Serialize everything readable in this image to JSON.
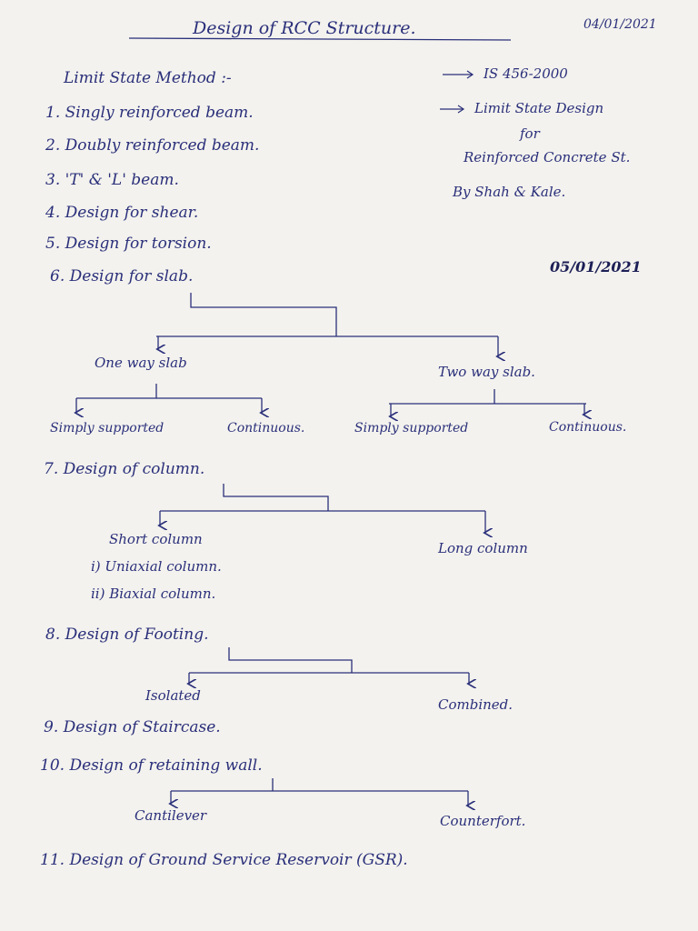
{
  "header": {
    "title": "Design of RCC Structure.",
    "date": "04/01/2021"
  },
  "method": {
    "heading": "Limit State Method :-"
  },
  "reference": {
    "code": "IS 456-2000",
    "book_line1": "Limit State Design",
    "book_line2": "for",
    "book_line3": "Reinforced Concrete St.",
    "authors": "By Shah & Kale."
  },
  "date2": "05/01/2021",
  "topics": [
    {
      "label": "1. Singly reinforced beam."
    },
    {
      "label": "2. Doubly reinforced beam."
    },
    {
      "label": "3. 'T' & 'L' beam."
    },
    {
      "label": "4. Design for shear."
    },
    {
      "label": "5. Design for torsion."
    },
    {
      "label": "6. Design for slab."
    },
    {
      "label": "7. Design of column."
    },
    {
      "label": "8. Design of Footing."
    },
    {
      "label": "9. Design of Staircase."
    },
    {
      "label": "10. Design of retaining wall."
    },
    {
      "label": "11. Design of Ground Service Reservoir (GSR)."
    }
  ],
  "slab": {
    "one_way": "One way slab",
    "two_way": "Two way slab.",
    "one_way_simply": "Simply supported",
    "one_way_continuous": "Continuous.",
    "two_way_simply": "Simply supported",
    "two_way_continuous": "Continuous."
  },
  "column": {
    "short": "Short column",
    "uniaxial": "i) Uniaxial column.",
    "biaxial": "ii) Biaxial column.",
    "long": "Long column"
  },
  "footing": {
    "isolated": "Isolated",
    "combined": "Combined."
  },
  "wall": {
    "cantilever": "Cantilever",
    "counterfort": "Counterfort."
  }
}
